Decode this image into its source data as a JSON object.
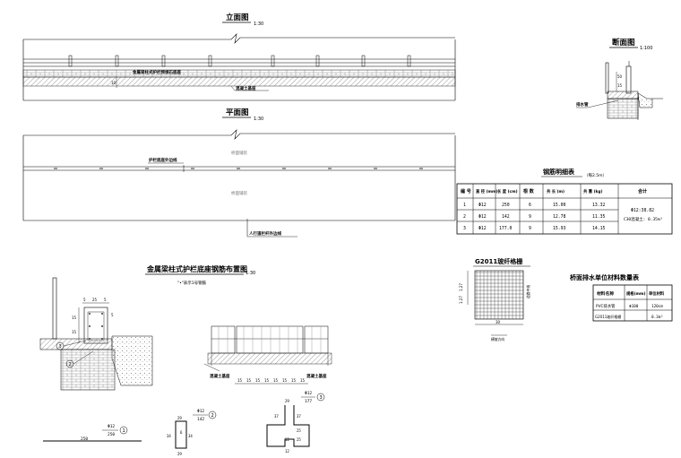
{
  "elevation": {
    "title": "立面图",
    "scale": "1:30",
    "label_base": "金属梁柱式护栏预埋石底座",
    "label_concrete": "混凝土基座",
    "dim_height": "10"
  },
  "plan": {
    "title": "平面图",
    "scale": "1:30",
    "label_base_edge": "护栏底座外边线",
    "label_deck_1": "桥面铺装",
    "label_deck_2": "桥面铺装",
    "label_sidewalk": "人行道栏杆外边线"
  },
  "section": {
    "title": "断面图",
    "scale": "1:100",
    "label_drain": "排水管",
    "dim_a": "50",
    "dim_b": "15"
  },
  "rebar_table": {
    "title": "钢筋明细表",
    "note": "（每2.5m）",
    "headers": [
      "编 号",
      "直 径 (mm)",
      "长 度 (cm)",
      "根 数",
      "共 长 (m)",
      "共 重 (kg)",
      "合计"
    ],
    "rows": [
      [
        "1",
        "Φ12",
        "250",
        "6",
        "15.00",
        "13.32"
      ],
      [
        "2",
        "Φ12",
        "142",
        "9",
        "12.78",
        "11.35"
      ],
      [
        "3",
        "Φ12",
        "177.0",
        "9",
        "15.93",
        "14.15"
      ]
    ],
    "total_line1": "Φ12:38.82",
    "total_line2": "C30混凝土: 0.35m³"
  },
  "grid": {
    "title": "G2011玻纤格栅",
    "dim_left_1": "1.27",
    "dim_left_2": "1.27",
    "dim_bottom": "30",
    "label_right": "道路中线",
    "label_bottom": "横坡方向"
  },
  "material_table": {
    "title": "桥面排水单位材料数量表",
    "headers": [
      "材料名称",
      "规格(mm)",
      "单位材料"
    ],
    "rows": [
      [
        "PVC排水管",
        "Φ100",
        "120cm"
      ],
      [
        "G2011玻纤格栅",
        "",
        "0.3m²"
      ]
    ]
  },
  "layout_drawing": {
    "title": "金属梁柱式护栏底座钢筋布置图",
    "scale": "1:30",
    "note": "\"•\"表示1号钢筋",
    "dims_top": [
      "5",
      "25",
      "5"
    ],
    "dims_side": [
      "15",
      "5",
      "15"
    ],
    "label_concrete_1": "混凝土基座",
    "label_concrete_2": "混凝土基座",
    "spacing_dims": [
      "15",
      "15",
      "15",
      "15",
      "15",
      "15",
      "15",
      "15"
    ],
    "callouts": [
      "3",
      "2"
    ]
  },
  "bar1": {
    "spec": "Φ12",
    "length": "250",
    "number": "1",
    "dim": "250"
  },
  "bar2": {
    "spec": "Φ12",
    "length": "142",
    "number": "2",
    "dims": [
      "29",
      "34",
      "6",
      "34",
      "29"
    ]
  },
  "bar3": {
    "spec": "Φ12",
    "length": "177",
    "number": "3",
    "dims": [
      "29",
      "37",
      "37",
      "25",
      "25",
      "12",
      "12"
    ]
  }
}
